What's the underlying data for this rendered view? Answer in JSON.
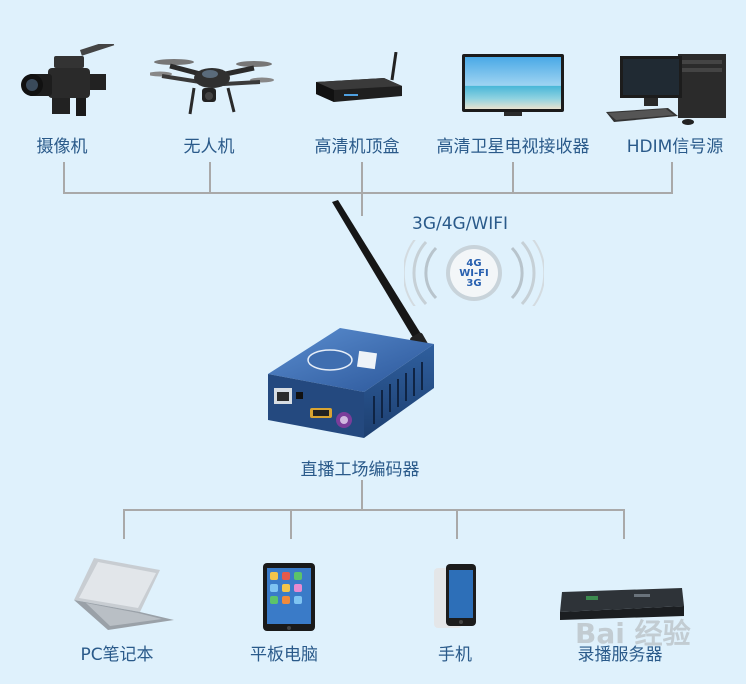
{
  "top_devices": [
    {
      "label": "摄像机",
      "icon": "camcorder-icon"
    },
    {
      "label": "无人机",
      "icon": "drone-icon"
    },
    {
      "label": "高清机顶盒",
      "icon": "set-top-box-icon"
    },
    {
      "label": "高清卫星电视接收器",
      "icon": "tv-monitor-icon"
    },
    {
      "label": "HDIM信号源",
      "icon": "desktop-pc-icon"
    }
  ],
  "wireless": {
    "label": "3G/4G/WIFI",
    "badge_lines": [
      "4G",
      "WI-FI",
      "3G"
    ]
  },
  "encoder": {
    "label": "直播工场编码器",
    "color": "#2f5f9e"
  },
  "bottom_devices": [
    {
      "label": "PC笔记本",
      "icon": "laptop-icon"
    },
    {
      "label": "平板电脑",
      "icon": "tablet-icon"
    },
    {
      "label": "手机",
      "icon": "smartphone-icon"
    },
    {
      "label": "录播服务器",
      "icon": "rack-server-icon"
    }
  ],
  "colors": {
    "background": "#dff1fc",
    "label_text": "#2a5a8a",
    "connector_line": "#a9a9a9"
  },
  "watermark": "Bai 经验"
}
